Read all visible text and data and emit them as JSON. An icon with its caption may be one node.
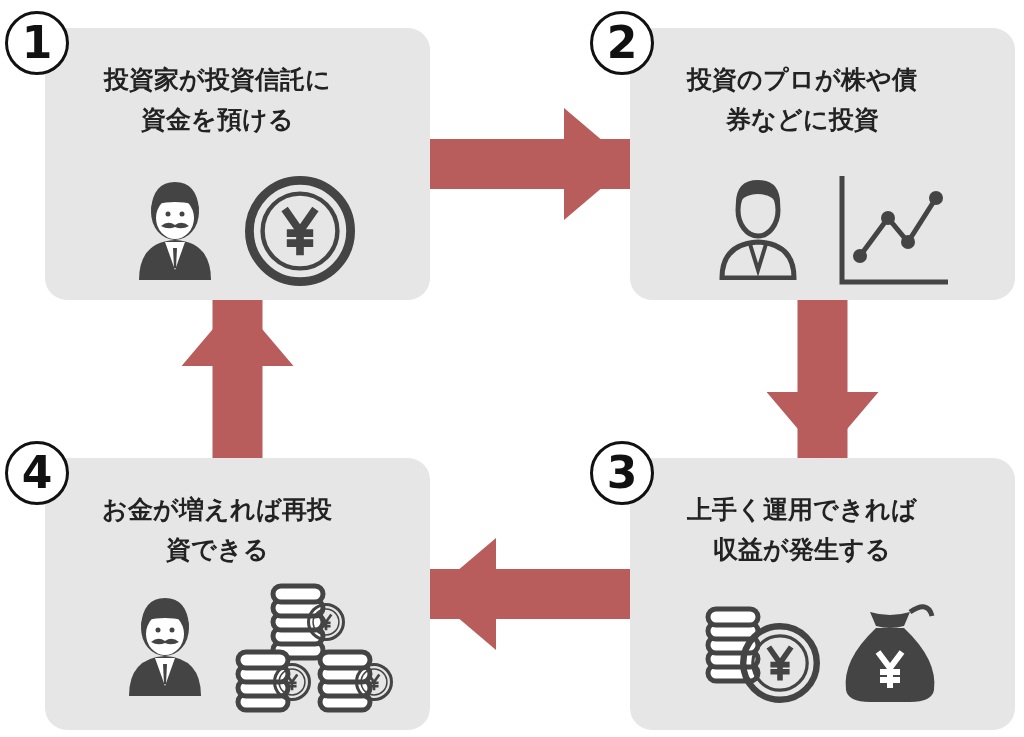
{
  "diagram": {
    "nodes": [
      {
        "text": [
          "1",
          "投資家が投資信託に資金を預ける"
        ]
      },
      {
        "text": [
          "2",
          "投資のプロが株や債券などに投資"
        ]
      },
      {
        "text": [
          "3",
          "上手く運用できれば収益が発生する"
        ]
      },
      {
        "text": [
          "4",
          "お金が増えれば再投資できる"
        ]
      }
    ],
    "edges": [
      {
        "from": 0,
        "to": 1,
        "arrow": "to"
      },
      {
        "from": 1,
        "to": 2,
        "arrow": "to"
      },
      {
        "from": 2,
        "to": 3,
        "arrow": "to"
      },
      {
        "from": 3,
        "to": 0,
        "arrow": "to"
      }
    ]
  }
}
